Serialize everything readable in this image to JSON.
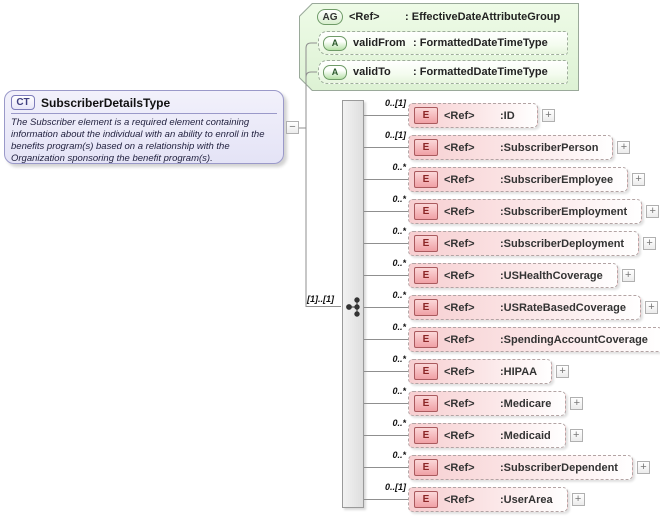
{
  "diagram": {
    "labels": {
      "colon": ":"
    },
    "icons": {
      "expand": "+",
      "collapse": "−"
    },
    "colors": {
      "element_fill": "#f7cfd1",
      "element_accent": "#aa5a5e",
      "attribute_group_fill": "#e6f7dc",
      "attribute_accent": "#6f9b68",
      "complex_type_fill": "#e4e3f6",
      "complex_type_accent": "#9a99c9",
      "wire": "#8f8f8f"
    },
    "complex_type": {
      "badge": "CT",
      "name": "SubscriberDetailsType",
      "description": "The Subscriber element is a required element containing information about the individual with an ability to enroll in the benefits program(s) based on a relationship with the Organization sponsoring the benefit program(s)."
    },
    "attribute_group": {
      "badge": "AG",
      "ref_label": "<Ref>",
      "name": "EffectiveDateAttributeGroup",
      "attributes": [
        {
          "badge": "A",
          "name": "validFrom",
          "type": "FormattedDateTimeType"
        },
        {
          "badge": "A",
          "name": "validTo",
          "type": "FormattedDateTimeType"
        }
      ]
    },
    "sequence": {
      "cardinality": "[1]..[1]"
    },
    "elements": [
      {
        "badge": "E",
        "ref_label": "<Ref>",
        "name": "ID",
        "cardinality": "0..[1]"
      },
      {
        "badge": "E",
        "ref_label": "<Ref>",
        "name": "SubscriberPerson",
        "cardinality": "0..[1]"
      },
      {
        "badge": "E",
        "ref_label": "<Ref>",
        "name": "SubscriberEmployee",
        "cardinality": "0..*"
      },
      {
        "badge": "E",
        "ref_label": "<Ref>",
        "name": "SubscriberEmployment",
        "cardinality": "0..*"
      },
      {
        "badge": "E",
        "ref_label": "<Ref>",
        "name": "SubscriberDeployment",
        "cardinality": "0..*"
      },
      {
        "badge": "E",
        "ref_label": "<Ref>",
        "name": "USHealthCoverage",
        "cardinality": "0..*"
      },
      {
        "badge": "E",
        "ref_label": "<Ref>",
        "name": "USRateBasedCoverage",
        "cardinality": "0..*"
      },
      {
        "badge": "E",
        "ref_label": "<Ref>",
        "name": "SpendingAccountCoverage",
        "cardinality": "0..*"
      },
      {
        "badge": "E",
        "ref_label": "<Ref>",
        "name": "HIPAA",
        "cardinality": "0..*"
      },
      {
        "badge": "E",
        "ref_label": "<Ref>",
        "name": "Medicare",
        "cardinality": "0..*"
      },
      {
        "badge": "E",
        "ref_label": "<Ref>",
        "name": "Medicaid",
        "cardinality": "0..*"
      },
      {
        "badge": "E",
        "ref_label": "<Ref>",
        "name": "SubscriberDependent",
        "cardinality": "0..*"
      },
      {
        "badge": "E",
        "ref_label": "<Ref>",
        "name": "UserArea",
        "cardinality": "0..[1]"
      }
    ]
  }
}
